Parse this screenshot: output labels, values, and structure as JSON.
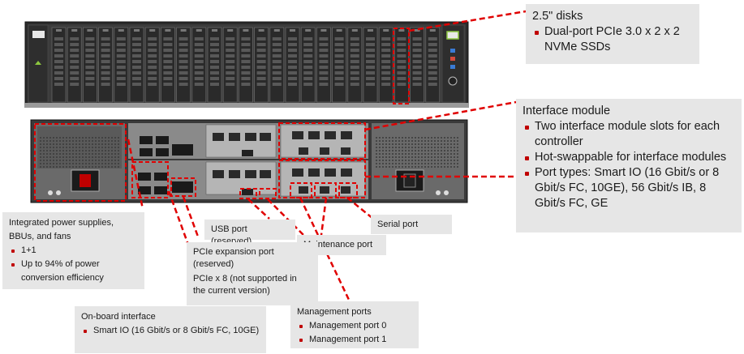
{
  "callouts": {
    "disks": {
      "title": "2.5\" disks",
      "items": [
        "Dual-port PCIe 3.0 x 2 x 2 NVMe SSDs"
      ]
    },
    "interface_module": {
      "title": "Interface module",
      "items": [
        "Two interface module slots for each controller",
        "Hot-swappable for interface modules",
        "Port types: Smart IO (16 Gbit/s or 8 Gbit/s FC, 10GE), 56 Gbit/s IB, 8 Gbit/s FC, GE"
      ]
    },
    "power": {
      "title": "Integrated power supplies, BBUs, and fans",
      "items": [
        "1+1",
        "Up to 94% of power conversion efficiency"
      ]
    },
    "usb": {
      "title": "USB port (reserved)"
    },
    "maintenance": {
      "title": "Maintenance port"
    },
    "serial": {
      "title": "Serial port"
    },
    "pcie": {
      "lines": [
        "PCIe expansion port (reserved)",
        "PCIe x 8 (not supported in the current version)"
      ]
    },
    "onboard": {
      "title": "On-board interface",
      "items": [
        "Smart IO (16 Gbit/s or 8 Gbit/s FC, 10GE)"
      ]
    },
    "management": {
      "title": "Management ports",
      "items": [
        "Management port 0",
        "Management port 1"
      ]
    }
  },
  "colors": {
    "callout_bg": "#e6e6e6",
    "leader_line": "#e00000",
    "bullet": "#c00000",
    "chassis": "#3a3a3a"
  }
}
